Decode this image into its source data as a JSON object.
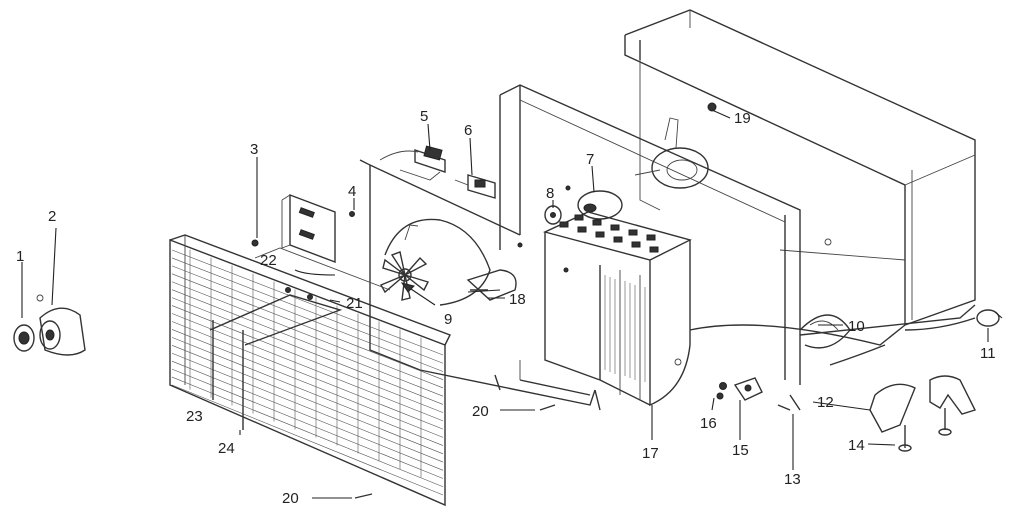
{
  "callouts": [
    "1",
    "2",
    "3",
    "4",
    "5",
    "6",
    "7",
    "8",
    "9",
    "10",
    "11",
    "12",
    "13",
    "14",
    "15",
    "16",
    "17",
    "18",
    "19",
    "20",
    "20",
    "21",
    "22",
    "23",
    "24"
  ]
}
